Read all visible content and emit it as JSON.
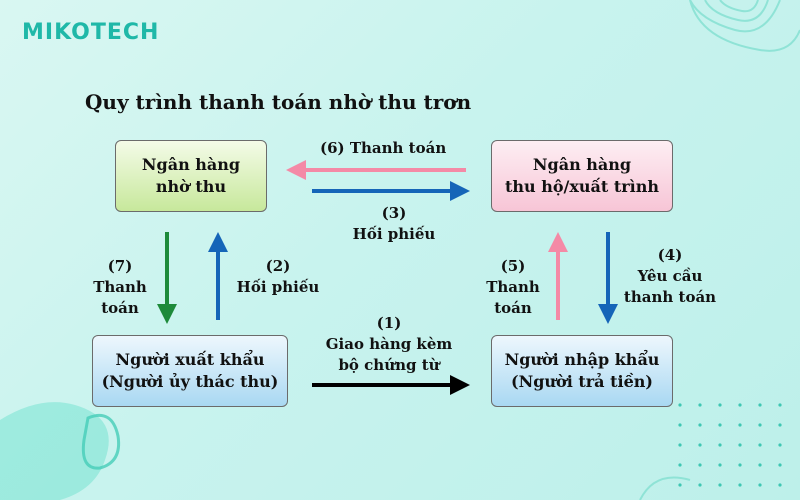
{
  "logo": {
    "text": "MIKOTECH"
  },
  "title": "Quy trình thanh toán nhờ thu trơn",
  "boxes": {
    "collecting_bank": [
      "Ngân hàng",
      "nhờ thu"
    ],
    "remitting_bank": [
      "Ngân hàng",
      "thu hộ/xuất trình"
    ],
    "exporter": [
      "Người xuất khẩu",
      "(Người ủy thác thu)"
    ],
    "importer": [
      "Người nhập khẩu",
      "(Người trả tiền)"
    ]
  },
  "steps": {
    "s1": [
      "(1)",
      "Giao hàng kèm",
      "bộ chứng từ"
    ],
    "s2": [
      "(2)",
      "Hối phiếu"
    ],
    "s3": [
      "(3)",
      "Hối phiếu"
    ],
    "s4": [
      "(4)",
      "Yêu cầu",
      "thanh toán"
    ],
    "s5": [
      "(5)",
      "Thanh",
      "toán"
    ],
    "s6": [
      "(6) Thanh toán"
    ],
    "s7": [
      "(7)",
      "Thanh",
      "toán"
    ]
  },
  "colors": {
    "brand": "#1fb8a8",
    "arrow_blue": "#1565b8",
    "arrow_pink": "#f48aa6",
    "arrow_green": "#1d8a3a",
    "arrow_black": "#000000"
  }
}
